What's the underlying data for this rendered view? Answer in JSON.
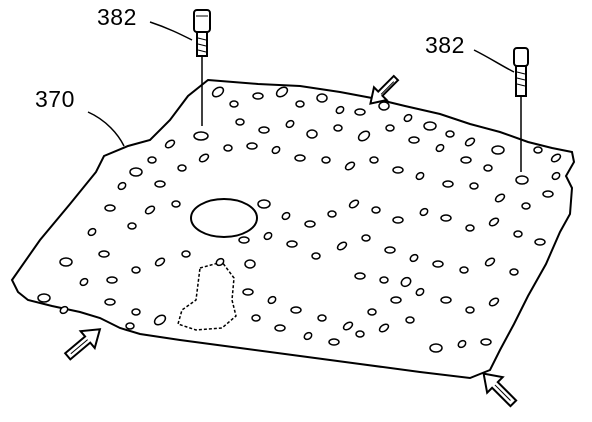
{
  "callouts": {
    "bolt_left": "382",
    "bolt_right": "382",
    "plate": "370"
  },
  "colors": {
    "ink": "#000000",
    "paper": "#ffffff"
  }
}
